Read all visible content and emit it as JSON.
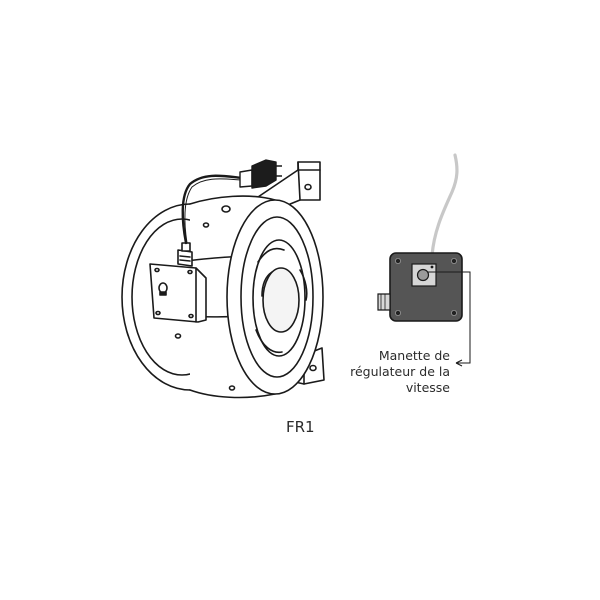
{
  "figure": {
    "caption": "FR1"
  },
  "callout": {
    "line1": "Manette de",
    "line2": "régulateur de la",
    "line3": "vitesse"
  },
  "icons": {
    "fan": "inline-duct-fan-icon",
    "controller": "speed-controller-box-icon",
    "plug": "power-plug-icon"
  },
  "colors": {
    "stroke": "#1a1a1a",
    "controller_fill": "#555555",
    "cable_gray": "#c8c8c8"
  }
}
